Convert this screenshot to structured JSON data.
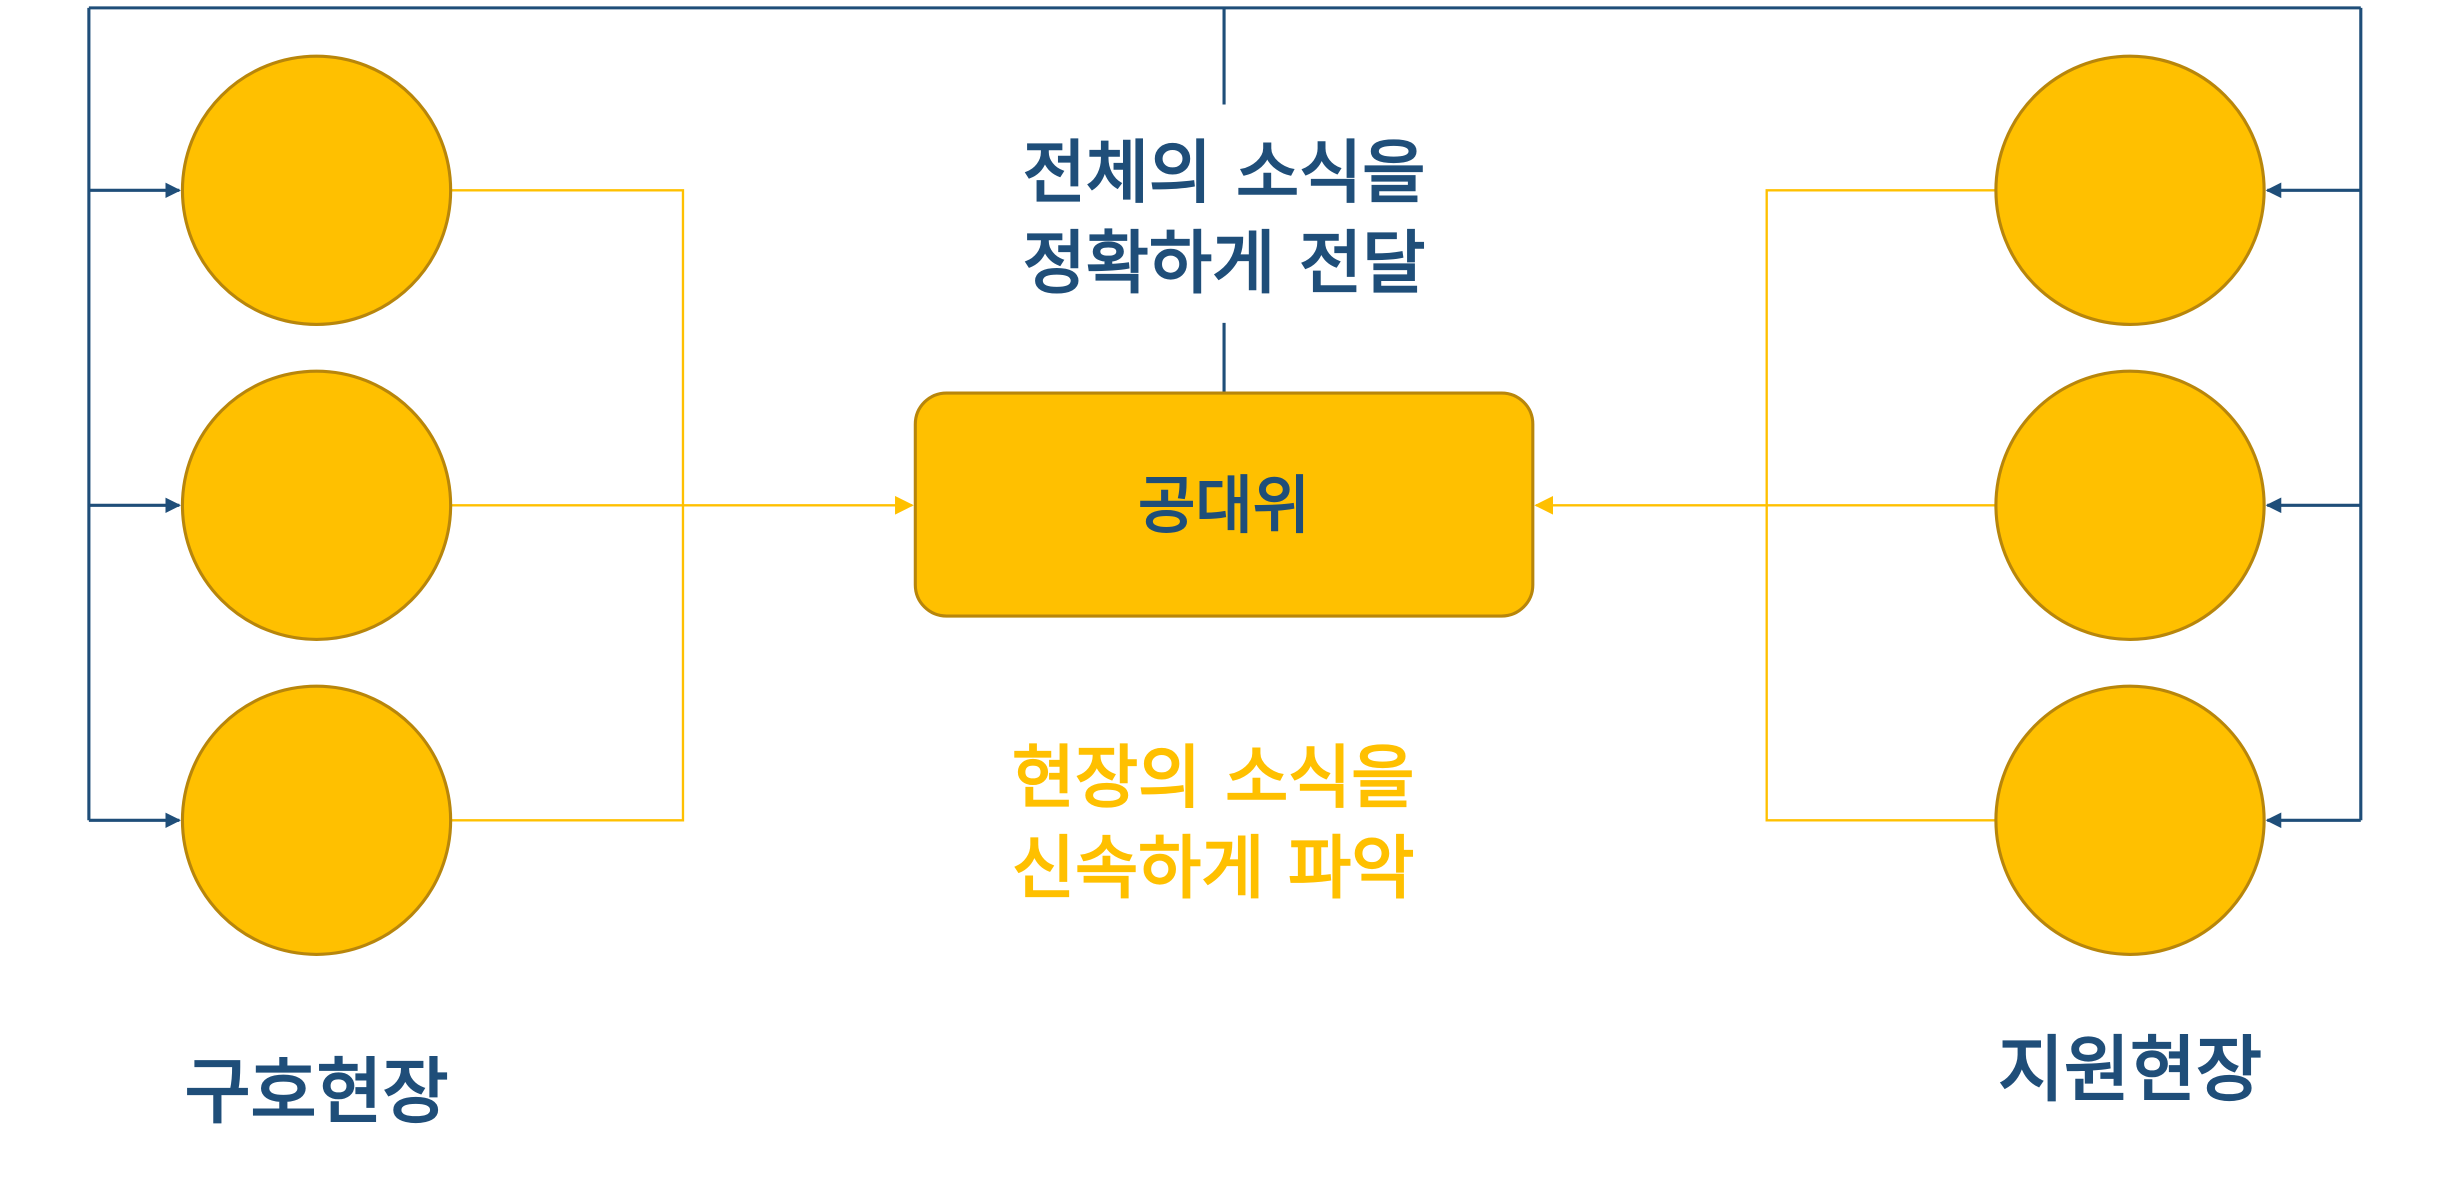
{
  "center": {
    "label": "공대위"
  },
  "top_message": {
    "line1": "전체의 소식을",
    "line2": "정확하게 전달"
  },
  "bottom_message": {
    "line1": "현장의 소식을",
    "line2": "신속하게 파악"
  },
  "left_group": {
    "label": "구호현장"
  },
  "right_group": {
    "label": "지원현장"
  },
  "colors": {
    "navy": "#1f4e79",
    "yellow": "#ffc000",
    "outline": "#b8860b"
  }
}
